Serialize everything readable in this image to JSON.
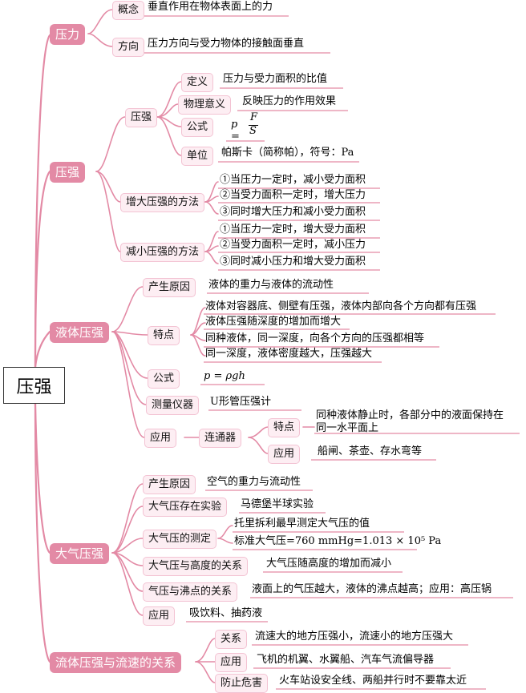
{
  "root": "压强",
  "pressure_force": {
    "title": "压力",
    "concept_label": "概念",
    "concept_text": "垂直作用在物体表面上的力",
    "direction_label": "方向",
    "direction_text": "压力方向与受力物体的接触面垂直"
  },
  "pressure": {
    "title": "压强",
    "sub": "压强",
    "definition_label": "定义",
    "definition_text": "压力与受力面积的比值",
    "meaning_label": "物理意义",
    "meaning_text": "反映压力的作用效果",
    "formula_label": "公式",
    "formula_p": "p =",
    "formula_num": "F",
    "formula_den": "S",
    "unit_label": "单位",
    "unit_text": "帕斯卡（简称帕），符号：Pa",
    "increase_label": "增大压强的方法",
    "increase_items": [
      "①当压力一定时，减小受力面积",
      "②当受力面积一定时，增大压力",
      "③同时增大压力和减小受力面积"
    ],
    "decrease_label": "减小压强的方法",
    "decrease_items": [
      "①当压力一定时，增大受力面积",
      "②当受力面积一定时，减小压力",
      "③同时减小压力和增大受力面积"
    ]
  },
  "liquid": {
    "title": "液体压强",
    "cause_label": "产生原因",
    "cause_text": "液体的重力与液体的流动性",
    "features_label": "特点",
    "features": [
      "液体对容器底、侧壁有压强，液体内部向各个方向都有压强",
      "液体压强随深度的增加而增大",
      "同种液体，同一深度，向各个方向的压强都相等",
      "同一深度，液体密度越大，压强越大"
    ],
    "formula_label": "公式",
    "formula_text": "p = ρgh",
    "instrument_label": "测量仪器",
    "instrument_text": "U形管压强计",
    "application_label": "应用",
    "connector_label": "连通器",
    "connector_feature_label": "特点",
    "connector_feature_lines": [
      "同种液体静止时，各部分中的液面保持在",
      "同一水平面上"
    ],
    "connector_app_label": "应用",
    "connector_app_text": "船闸、茶壶、存水弯等"
  },
  "atmosphere": {
    "title": "大气压强",
    "cause_label": "产生原因",
    "cause_text": "空气的重力与流动性",
    "exist_label": "大气压存在实验",
    "exist_text": "马德堡半球实验",
    "measure_label": "大气压的测定",
    "measure_text1": "托里拆利最早测定大气压的值",
    "measure_text2": "标准大气压=760 mmHg=1.013 × 10⁵ Pa",
    "altitude_label": "大气压与高度的关系",
    "altitude_text": "大气压随高度的增加而减小",
    "boiling_label": "气压与沸点的关系",
    "boiling_text": "液面上的气压越大，液体的沸点越高；应用：高压锅",
    "app_label": "应用",
    "app_text": "吸饮料、抽药液"
  },
  "fluid": {
    "title": "流体压强与流速的关系",
    "relation_label": "关系",
    "relation_text": "流速大的地方压强小，流速小的地方压强大",
    "app_label": "应用",
    "app_text": "飞机的机翼、水翼船、汽车气流偏导器",
    "prevent_label": "防止危害",
    "prevent_text": "火车站设安全线、两船并行时不要靠太近"
  },
  "colors": {
    "branch": "#e38aa5",
    "main_fill": "#e38aa5",
    "sub_fill": "#fdeef3",
    "underline": "#e38aa5"
  }
}
